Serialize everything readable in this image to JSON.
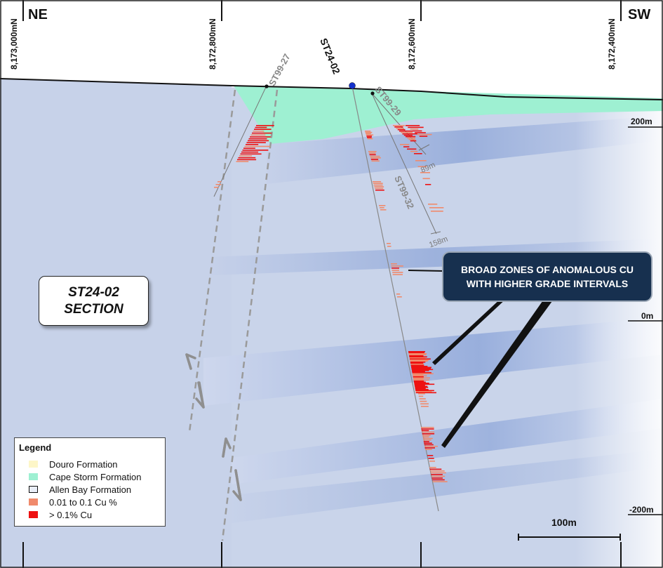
{
  "orientation": {
    "left": "NE",
    "right": "SW"
  },
  "northings": [
    "8,173,000mN",
    "8,172,800mN",
    "8,172,600mN",
    "8,172,400mN"
  ],
  "elevations": [
    "200m",
    "0m",
    "-200m"
  ],
  "drillholes": {
    "main": "ST24-02",
    "others": [
      "ST99-27",
      "ST99-29",
      "ST99-32"
    ],
    "depth_labels": [
      "89m",
      "158m"
    ]
  },
  "section_label": {
    "line1": "ST24-02",
    "line2": "SECTION"
  },
  "callout": {
    "line1": "BROAD ZONES OF ANOMALOUS CU",
    "line2": "WITH HIGHER GRADE INTERVALS"
  },
  "legend": {
    "title": "Legend",
    "items": [
      {
        "label": "Douro Formation",
        "color": "#fdf6c8"
      },
      {
        "label": "Cape Storm Formation",
        "color": "#9ef0d2"
      },
      {
        "label": "Allen Bay Formation",
        "color": "#e9eef8"
      },
      {
        "label": "0.01 to 0.1 Cu %",
        "color": "#f08a6c"
      },
      {
        "label": "> 0.1% Cu",
        "color": "#ee1111"
      }
    ]
  },
  "scale_bar": "100m",
  "colors": {
    "background_rock": "#c9d4ea",
    "blue_bands": "#8ea7d8",
    "cape_storm": "#9ef0d2",
    "callout_fill": "#17304f",
    "main_hole_collar": "#1330cc",
    "high_grade": "#ee1111",
    "low_grade": "#f08a6c"
  }
}
